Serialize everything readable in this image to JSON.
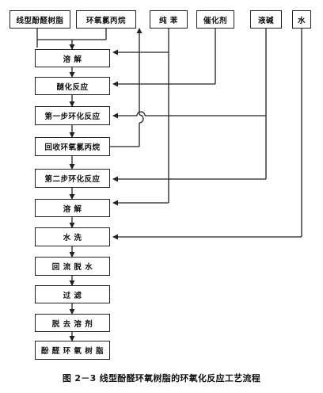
{
  "inputs": {
    "linear_resin": "线型酚醛树脂",
    "epichlorohydrin": "环氧氯丙烷",
    "benzene": "纯 苯",
    "catalyst": "催化剂",
    "caustic_soda": "液碱",
    "water": "水"
  },
  "steps": [
    "溶 解",
    "醚化反应",
    "第一步环化反应",
    "回收环氧氯丙烷",
    "第二步环化反应",
    "溶 解",
    "水 洗",
    "回 流 脱 水",
    "过 滤",
    "脱 去 溶 剂",
    "酚 醛 环 氧 树 脂"
  ],
  "caption": "图 2－3   线型酚醛环氧树脂的环氧化反应工艺流程"
}
